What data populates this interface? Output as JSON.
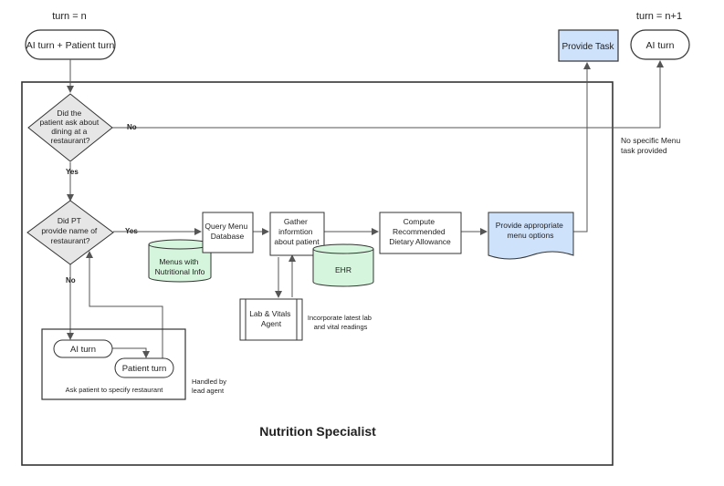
{
  "header": {
    "turn_left": "turn = n",
    "turn_right": "turn = n+1"
  },
  "nodes": {
    "start": "AI turn + Patient turn",
    "provide_task": "Provide Task",
    "ai_turn_end": "AI turn",
    "decision1": [
      "Did the",
      "patient ask about",
      "dining at a",
      "restaurant?"
    ],
    "decision2": [
      "Did PT",
      "provide name of",
      "restaurant?"
    ],
    "query_menu": [
      "Query Menu",
      "Database"
    ],
    "gather": [
      "Gather",
      "informtion",
      "about patient"
    ],
    "compute": [
      "Compute",
      "Recommended",
      "Dietary Allowance"
    ],
    "provide_menu": [
      "Provide appropriate",
      "menu options"
    ],
    "menus_db": [
      "Menus with",
      "Nutritional Info"
    ],
    "ehr_db": "EHR",
    "lab_agent": [
      "Lab & Vitals",
      "Agent"
    ],
    "inner_ai_turn": "AI turn",
    "inner_patient_turn": "Patient turn"
  },
  "labels": {
    "no1": "No",
    "yes1": "Yes",
    "yes2": "Yes",
    "no2": "No",
    "no_menu": [
      "No specific Menu",
      "task provided"
    ],
    "incorporate": [
      "Incorporate latest lab",
      "and vital readings"
    ],
    "ask_patient": "Ask patient to specify restaurant",
    "handled_by": [
      "Handled by",
      "lead agent"
    ],
    "container_title": "Nutrition Specialist"
  },
  "colors": {
    "blue_fill": "#cfe2fb",
    "green_fill": "#d5f5dc",
    "stroke": "#333333",
    "decision_fill": "#e6e6e6",
    "line": "#555555"
  }
}
